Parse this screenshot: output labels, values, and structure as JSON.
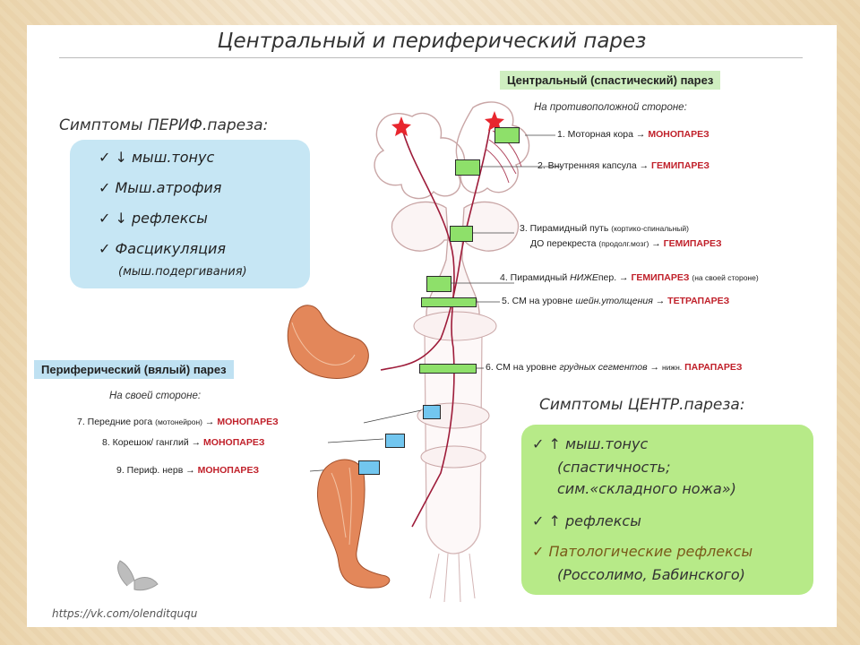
{
  "title": "Центральный и периферический парез",
  "central_header": "Центральный (спастический) парез",
  "central_side": "На противоположной стороне:",
  "peripheral_header": "Периферический (вялый) парез",
  "peripheral_side": "На своей стороне:",
  "perif_symptoms": {
    "title": "Симптомы ПЕРИФ.пареза:",
    "items": [
      "✓ ↓ мыш.тонус",
      "✓ Мыш.атрофия",
      "✓ ↓ рефлексы",
      "✓ Фасцикуляция"
    ],
    "note": "(мыш.подергивания)"
  },
  "central_symptoms": {
    "title": "Симптомы ЦЕНТР.пареза:",
    "items": [
      "✓ ↑ мыш.тонус",
      "(спастичность;",
      "сим.«складного ножа»)",
      "✓ ↑ рефлексы",
      "✓ Патологические рефлексы",
      "(Россолимо, Бабинского)"
    ]
  },
  "central_levels": [
    {
      "text": "1. Моторная кора →",
      "result": "МОНОПАРЕЗ"
    },
    {
      "text": "2. Внутренняя капсула →",
      "result": "ГЕМИПАРЕЗ"
    },
    {
      "text": "3. Пирамидный путь",
      "extra": "(кортико-спинальный)"
    },
    {
      "text": "ДО перекреста",
      "extra": "(продолг.мозг)",
      "arrow": "→",
      "result": "ГЕМИПАРЕЗ"
    },
    {
      "text": "4. Пирамидный",
      "italic": "НИЖЕ",
      "text2": "пер. →",
      "result": "ГЕМИПАРЕЗ",
      "extra": "(на своей стороне)"
    },
    {
      "text": "5. СМ на уровне",
      "italic": "шейн.утолщения",
      "arrow": "→",
      "result": "ТЕТРАПАРЕЗ"
    },
    {
      "text": "6. СМ на уровне",
      "italic": "грудных сегментов",
      "arrow": "→",
      "extra": "нижн.",
      "result": "ПАРАПАРЕЗ"
    }
  ],
  "peripheral_levels": [
    {
      "text": "7. Передние рога",
      "extra": "(мотонейрон)",
      "arrow": "→",
      "result": "МОНОПАРЕЗ"
    },
    {
      "text": "8. Корешок/ ганглий →",
      "result": "МОНОПАРЕЗ"
    },
    {
      "text": "9. Периф. нерв →",
      "result": "МОНОПАРЕЗ"
    }
  ],
  "url": "https://vk.com/olenditququ",
  "colors": {
    "green_box": "#b7ea88",
    "blue_box": "#c6e6f4",
    "result_red": "#c0202a",
    "tract": "#9e1c3a"
  }
}
